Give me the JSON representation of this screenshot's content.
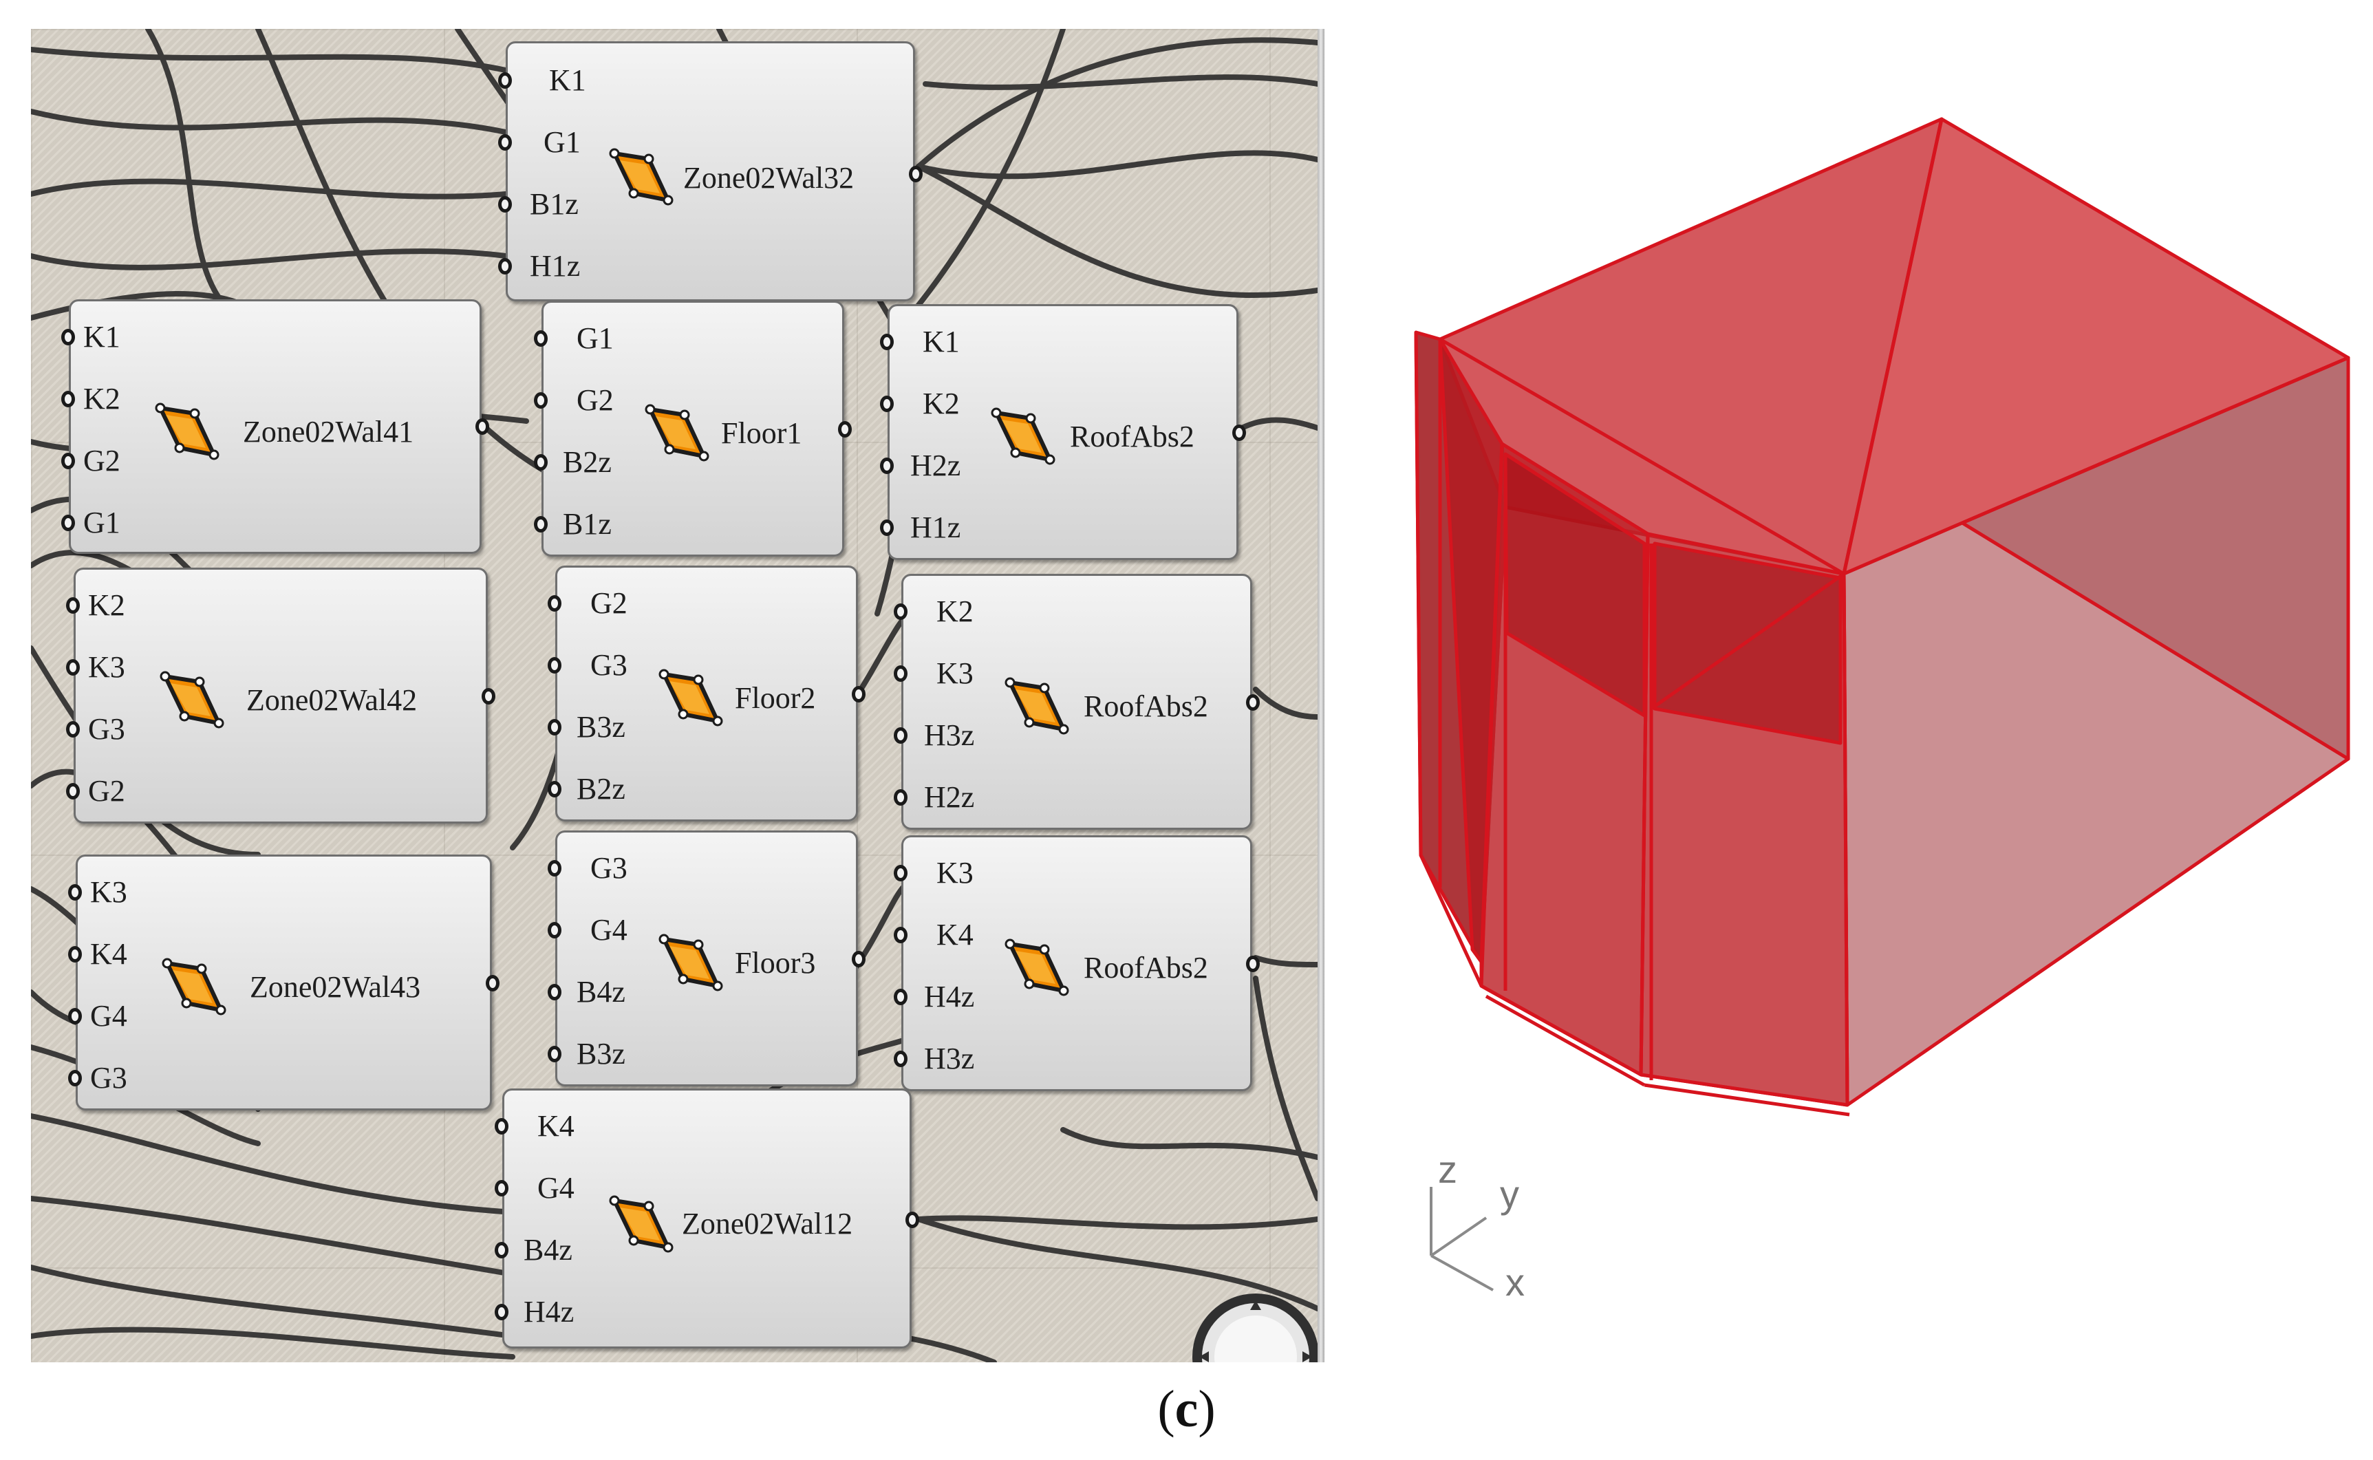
{
  "nodes": [
    {
      "id": "zone02wal32",
      "inputs": [
        "K1",
        "G1",
        "B1z",
        "H1z"
      ],
      "title": "Zone02Wal32"
    },
    {
      "id": "zone02wal41",
      "inputs": [
        "K1",
        "K2",
        "G2",
        "G1"
      ],
      "title": "Zone02Wal41"
    },
    {
      "id": "floor1",
      "inputs": [
        "G1",
        "G2",
        "B2z",
        "B1z"
      ],
      "title": "Floor1"
    },
    {
      "id": "roofabs2-a",
      "inputs": [
        "K1",
        "K2",
        "H2z",
        "H1z"
      ],
      "title": "RoofAbs2"
    },
    {
      "id": "zone02wal42",
      "inputs": [
        "K2",
        "K3",
        "G3",
        "G2"
      ],
      "title": "Zone02Wal42"
    },
    {
      "id": "floor2",
      "inputs": [
        "G2",
        "G3",
        "B3z",
        "B2z"
      ],
      "title": "Floor2"
    },
    {
      "id": "roofabs2-b",
      "inputs": [
        "K2",
        "K3",
        "H3z",
        "H2z"
      ],
      "title": "RoofAbs2"
    },
    {
      "id": "zone02wal43",
      "inputs": [
        "K3",
        "K4",
        "G4",
        "G3"
      ],
      "title": "Zone02Wal43"
    },
    {
      "id": "floor3",
      "inputs": [
        "G3",
        "G4",
        "B4z",
        "B3z"
      ],
      "title": "Floor3"
    },
    {
      "id": "roofabs2-c",
      "inputs": [
        "K3",
        "K4",
        "H4z",
        "H3z"
      ],
      "title": "RoofAbs2"
    },
    {
      "id": "zone02wal12",
      "inputs": [
        "K4",
        "G4",
        "B4z",
        "H4z"
      ],
      "title": "Zone02Wal12"
    }
  ],
  "axes": {
    "z": "z",
    "y": "y",
    "x": "x"
  },
  "caption": {
    "open": "(",
    "letter": "c",
    "close": ")"
  },
  "colors": {
    "model_fill": "#c8292f",
    "model_edge": "#d6141e",
    "node_icon": "#f08a00",
    "wire": "#2b2b2b"
  }
}
